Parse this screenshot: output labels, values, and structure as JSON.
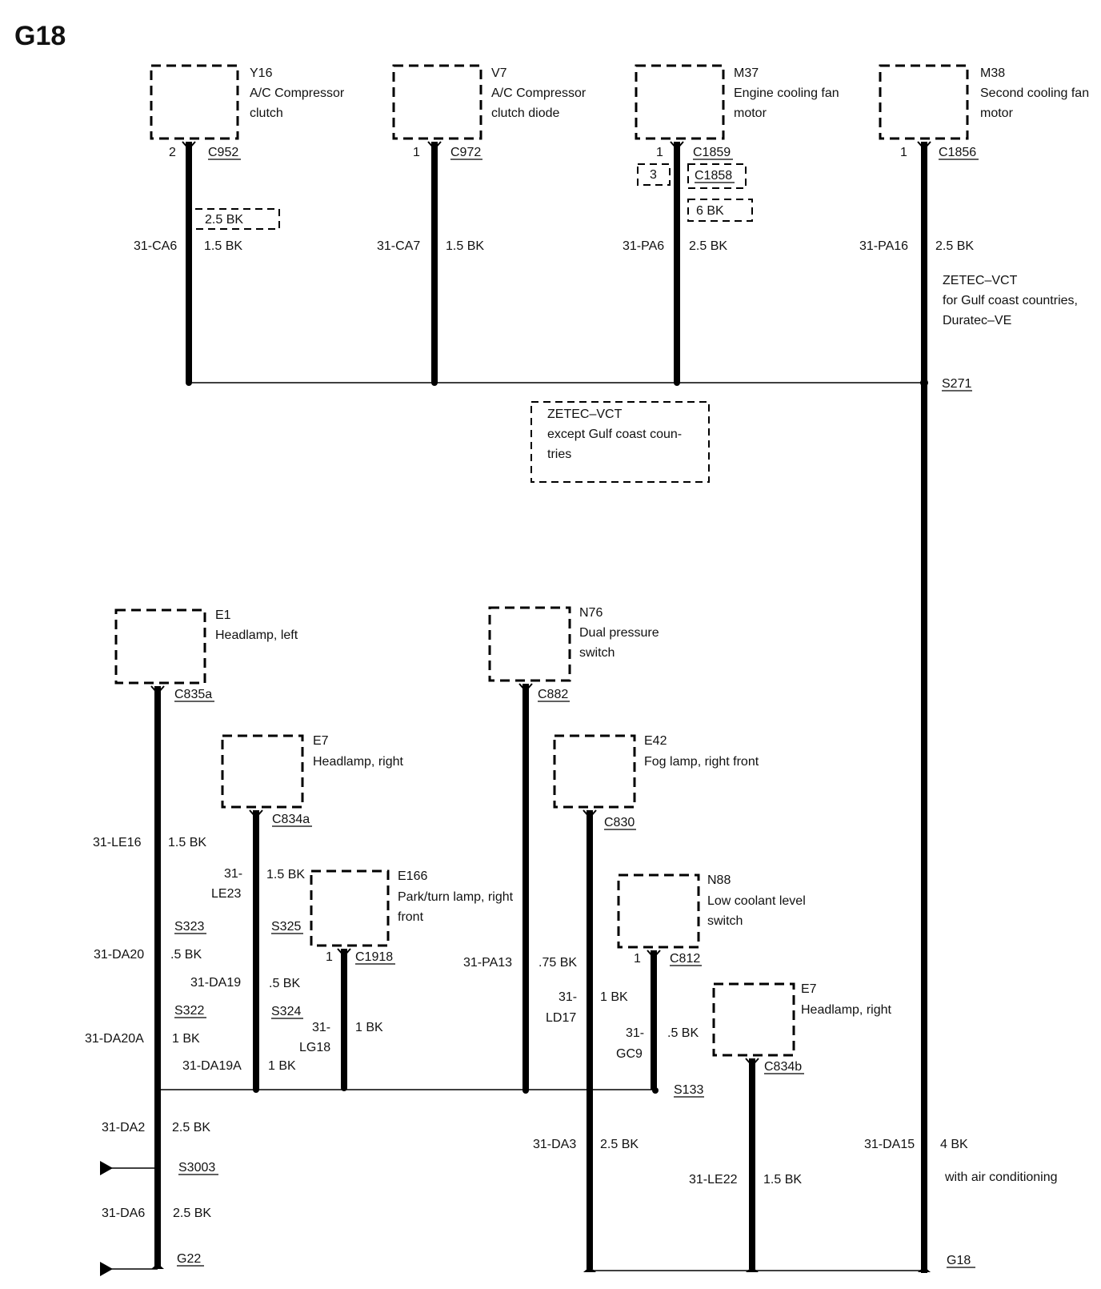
{
  "page_title": "G18",
  "components": {
    "y16": {
      "id": "Y16",
      "line1": "A/C Compressor",
      "line2": "clutch",
      "pin": "2",
      "connector": "C952",
      "wire": "31-CA6",
      "size": "1.5 BK",
      "size_alt": "2.5 BK"
    },
    "v7": {
      "id": "V7",
      "line1": "A/C Compressor",
      "line2": "clutch diode",
      "pin": "1",
      "connector": "C972",
      "wire": "31-CA7",
      "size": "1.5 BK"
    },
    "m37": {
      "id": "M37",
      "line1": "Engine cooling fan",
      "line2": "motor",
      "pin": "1",
      "pin_alt": "3",
      "connector": "C1859",
      "connector_alt": "C1858",
      "size_alt": "6 BK",
      "wire": "31-PA6",
      "size": "2.5 BK"
    },
    "m38": {
      "id": "M38",
      "line1": "Second cooling fan",
      "line2": "motor",
      "pin": "1",
      "connector": "C1856",
      "wire": "31-PA16",
      "size": "2.5 BK"
    },
    "e1": {
      "id": "E1",
      "line1": "Headlamp, left",
      "connector": "C835a"
    },
    "e7a": {
      "id": "E7",
      "line1": "Headlamp, right",
      "connector": "C834a"
    },
    "e166": {
      "id": "E166",
      "line1": "Park/turn lamp, right",
      "line2": "front",
      "pin": "1",
      "connector": "C1918"
    },
    "n76": {
      "id": "N76",
      "line1": "Dual pressure",
      "line2": "switch",
      "connector": "C882"
    },
    "e42": {
      "id": "E42",
      "line1": "Fog lamp, right front",
      "connector": "C830"
    },
    "n88": {
      "id": "N88",
      "line1": "Low coolant level",
      "line2": "switch",
      "pin": "1",
      "connector": "C812"
    },
    "e7b": {
      "id": "E7",
      "line1": "Headlamp, right",
      "connector": "C834b"
    }
  },
  "notes": {
    "gulf_l1": "ZETEC–VCT",
    "gulf_l2": "for Gulf coast countries,",
    "gulf_l3": "Duratec–VE",
    "except_l1": "ZETEC–VCT",
    "except_l2": "except Gulf coast coun-",
    "except_l3": "tries",
    "aircon": "with air conditioning"
  },
  "splices": {
    "s271": "S271",
    "s323": "S323",
    "s322": "S322",
    "s325": "S325",
    "s324": "S324",
    "s133": "S133",
    "s3003": "S3003"
  },
  "grounds": {
    "g22": "G22",
    "g18": "G18"
  },
  "wires": {
    "le16": "31-LE16",
    "le16_size": "1.5 BK",
    "le23_a": "31-",
    "le23_b": "LE23",
    "le23_size": "1.5 BK",
    "da20": "31-DA20",
    "da20_size": ".5 BK",
    "da20a": "31-DA20A",
    "da20a_size": "1 BK",
    "da19": "31-DA19",
    "da19_size": ".5 BK",
    "da19a": "31-DA19A",
    "da19a_size": "1 BK",
    "lg18_a": "31-",
    "lg18_b": "LG18",
    "lg18_size": "1 BK",
    "pa13": "31-PA13",
    "pa13_size": ".75 BK",
    "ld17_a": "31-",
    "ld17_b": "LD17",
    "ld17_size": "1 BK",
    "gc9_a": "31-",
    "gc9_b": "GC9",
    "gc9_size": ".5 BK",
    "da2": "31-DA2",
    "da2_size": "2.5 BK",
    "da6": "31-DA6",
    "da6_size": "2.5 BK",
    "da3": "31-DA3",
    "da3_size": "2.5 BK",
    "le22": "31-LE22",
    "le22_size": "1.5 BK",
    "da15": "31-DA15",
    "da15_size": "4 BK"
  }
}
